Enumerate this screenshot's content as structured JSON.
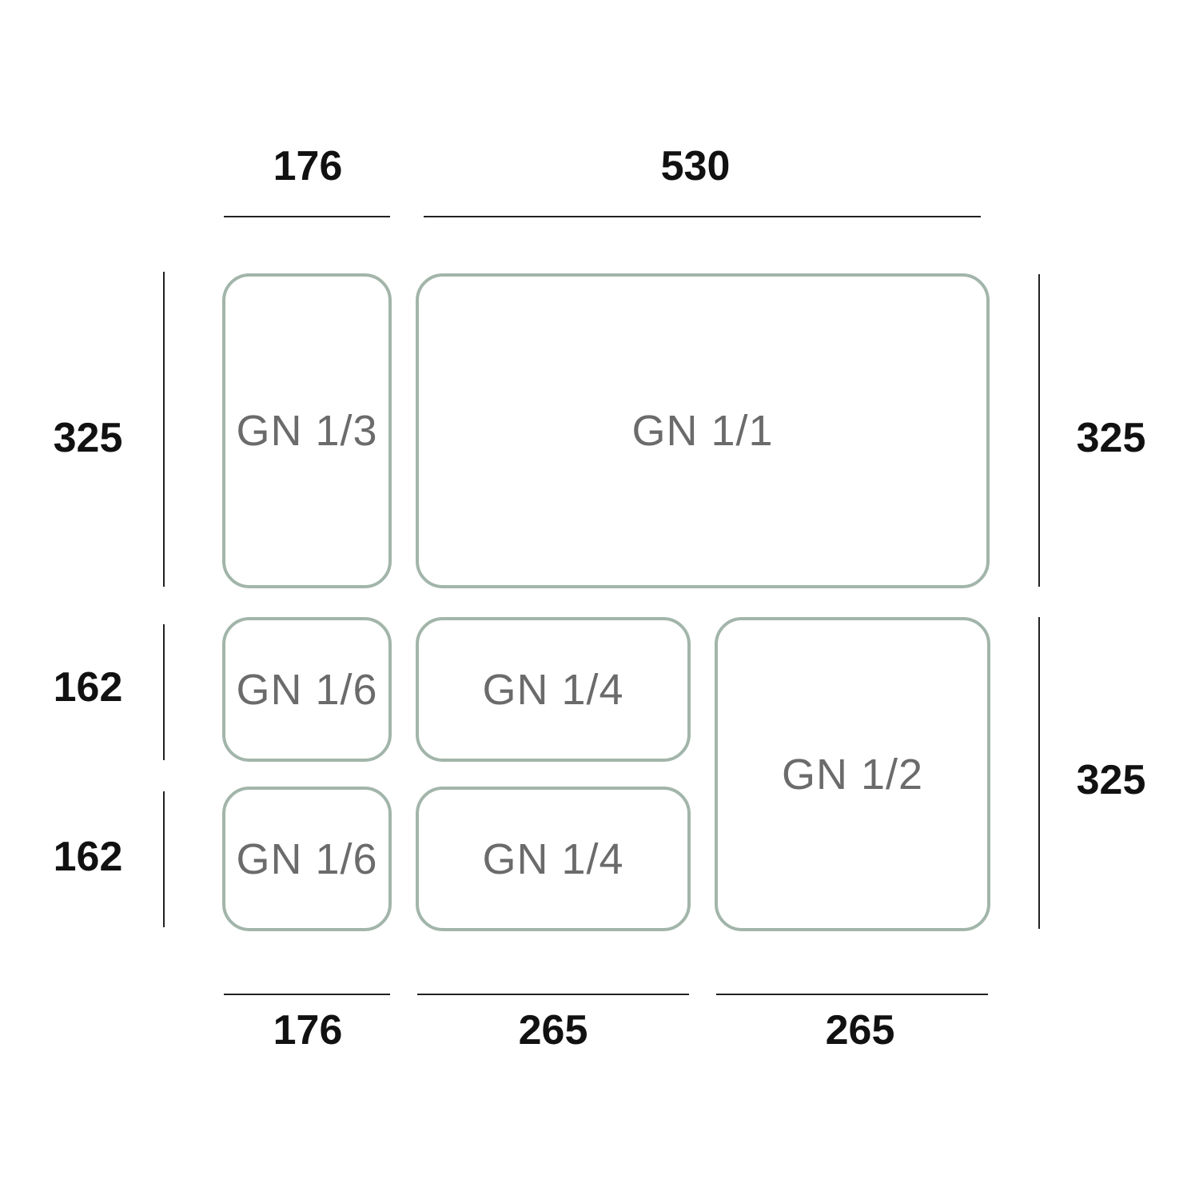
{
  "colors": {
    "pan_border": "#a2b5aa",
    "pan_text": "#6b6b6b",
    "dimension_text": "#111111",
    "dimension_line": "#222222",
    "background": "#ffffff"
  },
  "dimensions": {
    "top_left_width": "176",
    "top_right_width": "530",
    "left_top_height": "325",
    "left_mid_height": "162",
    "left_bottom_height": "162",
    "right_top_height": "325",
    "right_bottom_height": "325",
    "bottom_left_width": "176",
    "bottom_mid_width": "265",
    "bottom_right_width": "265"
  },
  "pans": {
    "gn13": "GN 1/3",
    "gn11": "GN 1/1",
    "gn16_top": "GN 1/6",
    "gn16_bottom": "GN 1/6",
    "gn14_top": "GN 1/4",
    "gn14_bottom": "GN 1/4",
    "gn12": "GN 1/2"
  }
}
